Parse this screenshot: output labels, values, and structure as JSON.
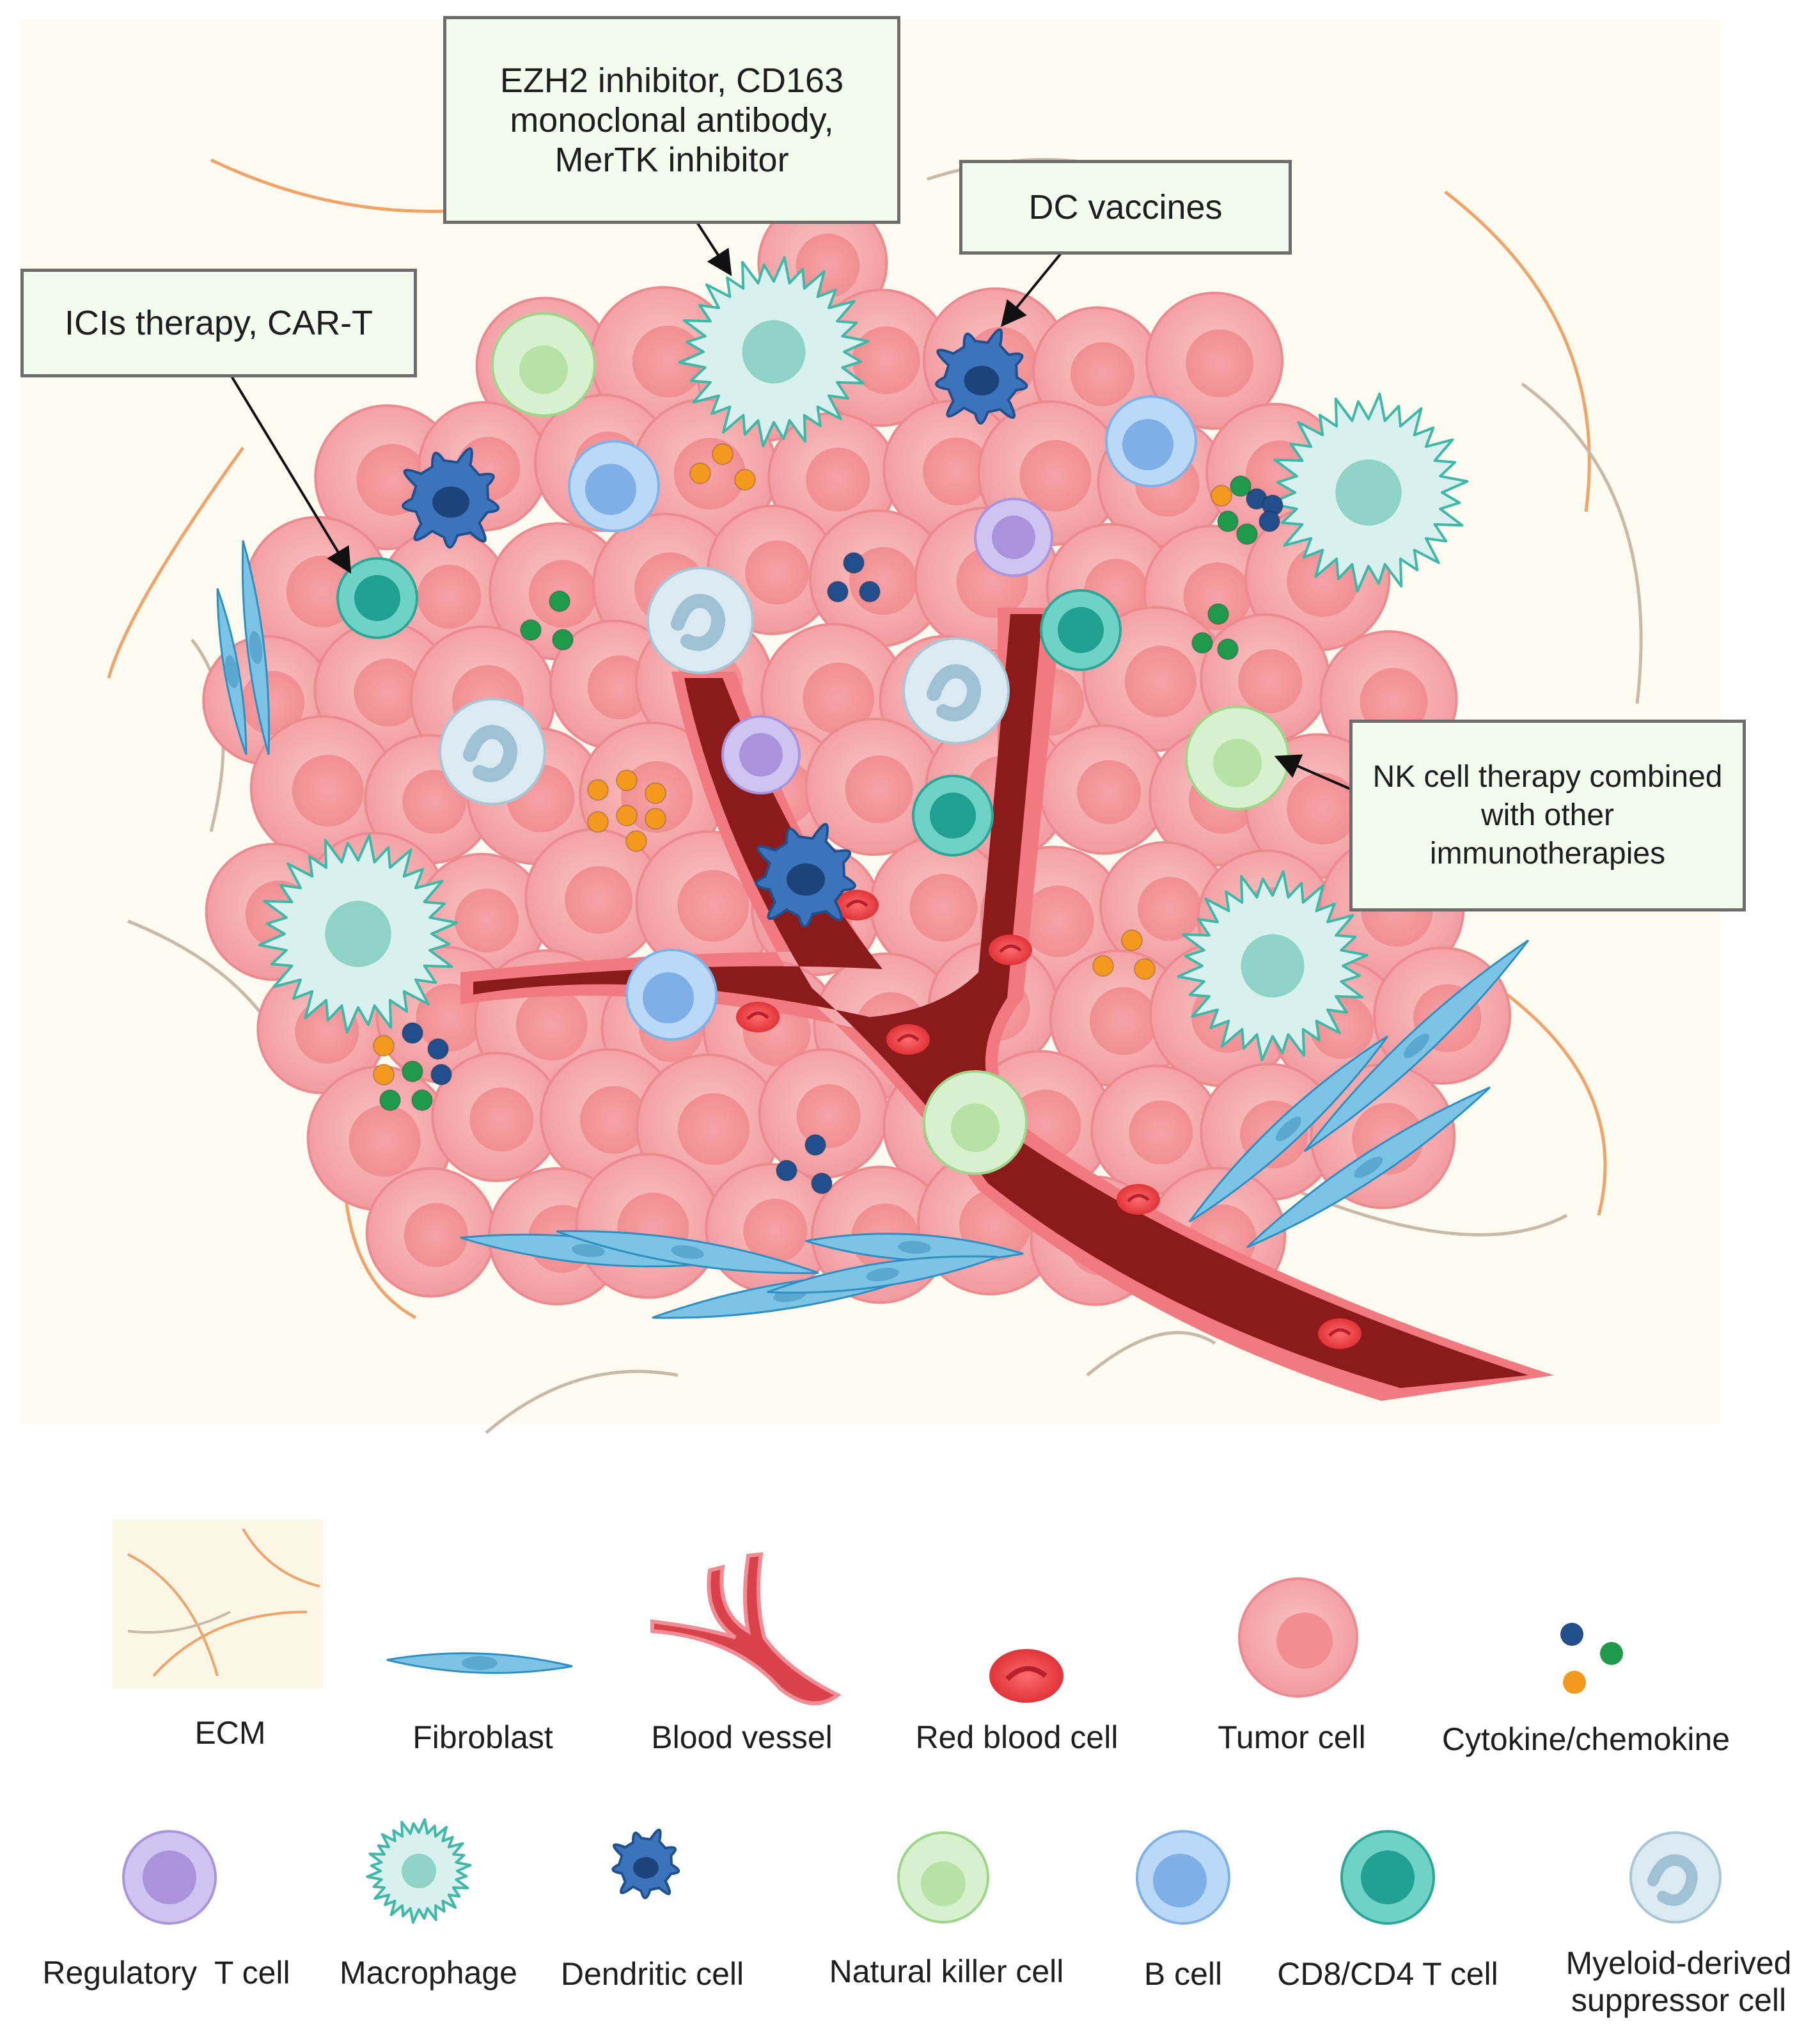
{
  "callouts": {
    "ezh2": "EZH2 inhibitor, CD163 monoclonal antibody, MerTK inhibitor",
    "dc_vaccines": "DC vaccines",
    "icis": "ICIs therapy, CAR-T",
    "nk": "NK cell therapy combined with other immunotherapies"
  },
  "legend": {
    "ecm": "ECM",
    "fibroblast": "Fibroblast",
    "blood_vessel": "Blood vessel",
    "red_blood_cell": "Red blood cell",
    "tumor_cell": "Tumor cell",
    "cytokine": "Cytokine/chemokine",
    "regulatory_t_cell": "Regulatory  T cell",
    "macrophage": "Macrophage",
    "dendritic_cell": "Dendritic cell",
    "nk_cell": "Natural killer cell",
    "b_cell": "B cell",
    "cd8_cd4_t_cell": "CD8/CD4 T cell",
    "mdsc_line1": "Myeloid-derived",
    "mdsc_line2": "suppressor cell"
  },
  "colors": {
    "tme_background": "#fdfaf0",
    "tumor_cell": "#f4a6a8",
    "vessel": "#8b1a1a",
    "vessel_wall": "#f07a80",
    "fibroblast": "#7cc4e6",
    "macrophage": "#d8f0ee",
    "dendritic_cell": "#2f64a8",
    "nk_cell": "#c8ecc0",
    "b_cell": "#9ec9f2",
    "t_cell": "#2db3a5",
    "treg": "#b8a6e6",
    "mdsc": "#d7e8f0",
    "cytokine_orange": "#f39a1e",
    "cytokine_green": "#1f9a4d",
    "cytokine_blue": "#234e8c",
    "ecm_fiber": "#f0a46a",
    "callout_fill": "#f3fbee"
  }
}
